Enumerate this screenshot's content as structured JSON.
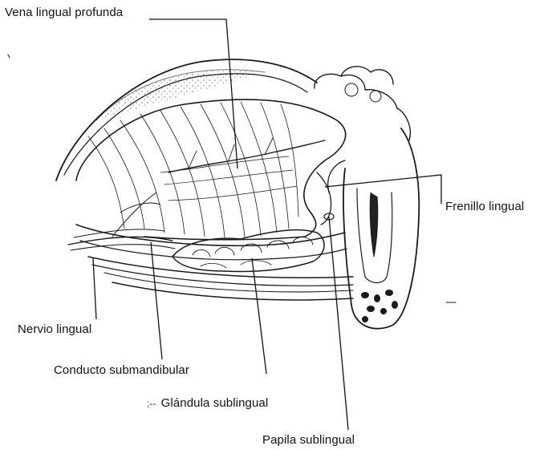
{
  "labels": [
    "Vena lingual profunda",
    "Frenillo lingual",
    "Nervio lingual",
    "Conducto submandibular",
    "Glándula sublingual",
    "Papila sublingual"
  ],
  "colors": {
    "ink": "#111111",
    "paper": "#ffffff"
  }
}
